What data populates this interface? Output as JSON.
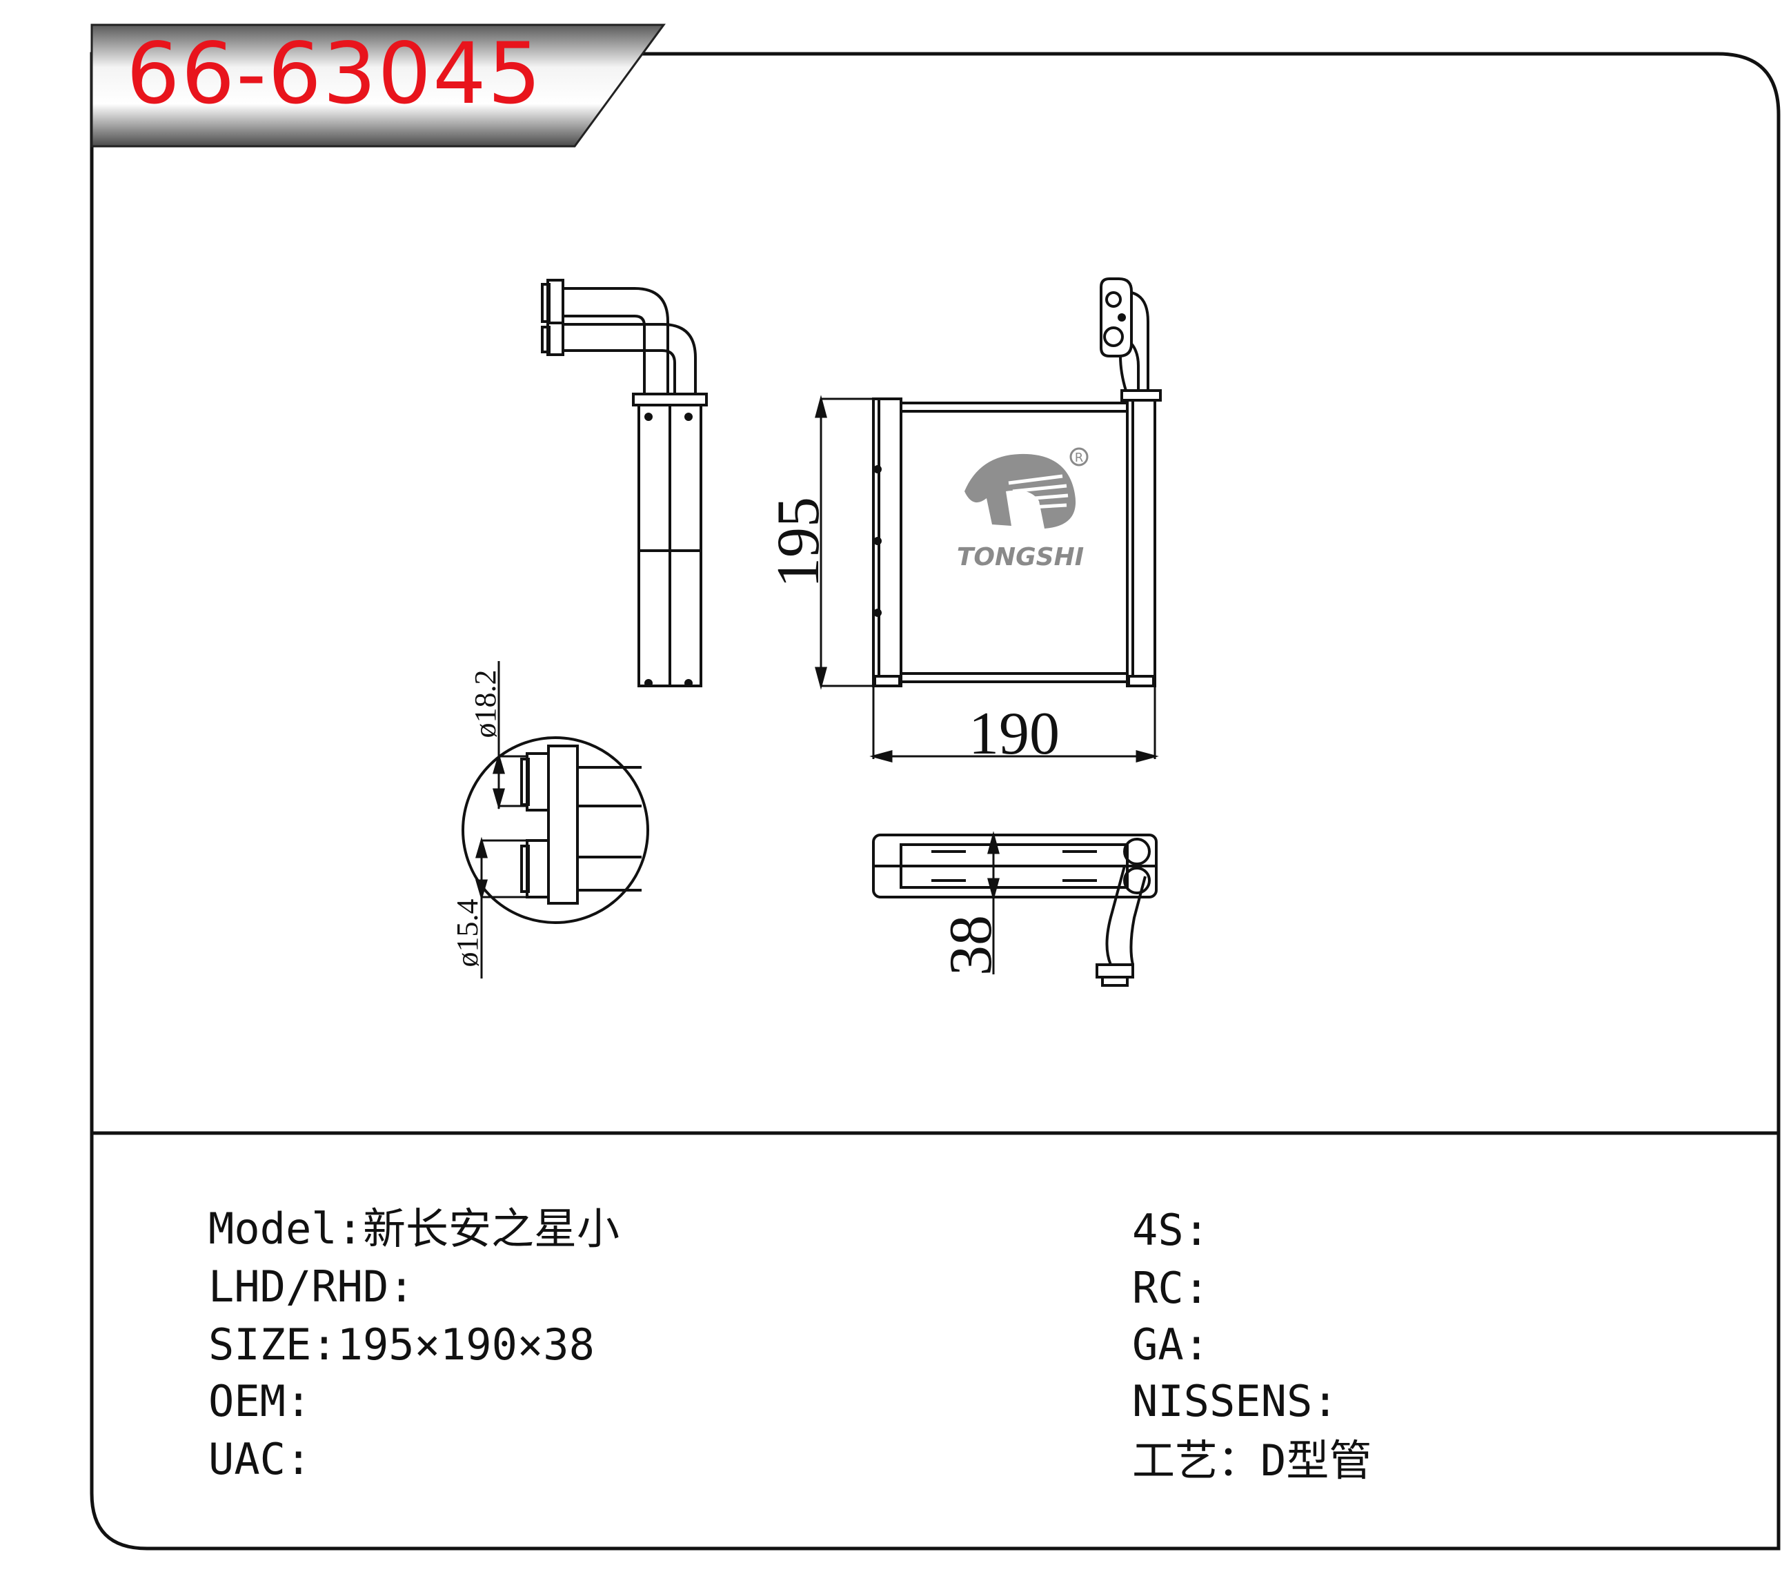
{
  "header": {
    "part_number": "66-63045"
  },
  "drawing": {
    "dimensions": {
      "height": "195",
      "width": "190",
      "depth": "38",
      "inlet_diameter": "ø18.2",
      "outlet_diameter": "ø15.4"
    },
    "logo": {
      "brand": "TONGSHI",
      "registered_mark": "R"
    }
  },
  "specs": {
    "left": [
      {
        "label": "Model:",
        "value": "新长安之星小"
      },
      {
        "label": "LHD/RHD:",
        "value": ""
      },
      {
        "label": "SIZE:",
        "value": "195×190×38"
      },
      {
        "label": "OEM:",
        "value": ""
      },
      {
        "label": "UAC:",
        "value": ""
      }
    ],
    "right": [
      {
        "label": "4S:",
        "value": ""
      },
      {
        "label": "RC:",
        "value": ""
      },
      {
        "label": "GA:",
        "value": ""
      },
      {
        "label": "NISSENS:",
        "value": ""
      },
      {
        "label": "工艺：",
        "value": "D型管"
      }
    ]
  },
  "colors": {
    "title_red": "#e8141c",
    "line": "#111111",
    "logo_gray": "#8a8a8a"
  }
}
